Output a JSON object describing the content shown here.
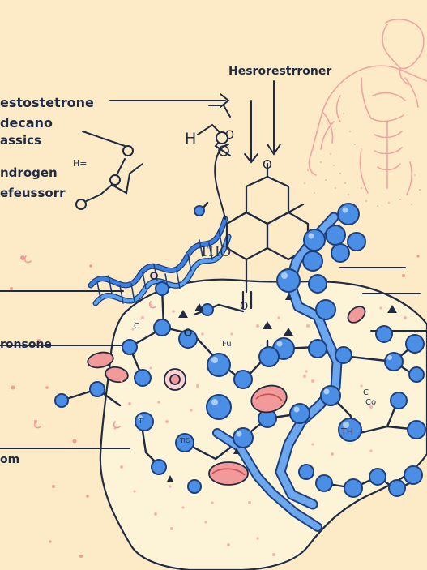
{
  "labels": {
    "top_right": "Hesrorestrroner",
    "left_title_1": "estostetrone",
    "left_title_2": "decano",
    "left_title_3": "assics",
    "left_mid_1": "ndrogen",
    "left_mid_2": "efeussorr",
    "left_lower": "ronsone",
    "left_bottom": "om",
    "ring_text": "THO",
    "formula_h": "H=",
    "mol_h": "H",
    "mol_o": "O",
    "ring_o": "O",
    "ring_o2": "O",
    "small_c": "C",
    "small_c2": "C",
    "small_co": "Co",
    "small_th": "TH",
    "small_t": "T'",
    "small_fu": "Fu",
    "small_tio": "TiO"
  },
  "colors": {
    "background": "#fcebc6",
    "blob_fill": "#fdf3d6",
    "atom_blue": "#4a8ee6",
    "atom_edge": "#1f3f7a",
    "helix_blue": "#3d7fe0",
    "figure_pink": "#f2a3a3",
    "ink": "#1f2a44",
    "cell_pink": "#f29a9a"
  },
  "icons": {
    "figure": "muscular-torso-icon",
    "helix": "dna-helix-icon",
    "molecule": "molecule-network-icon"
  }
}
